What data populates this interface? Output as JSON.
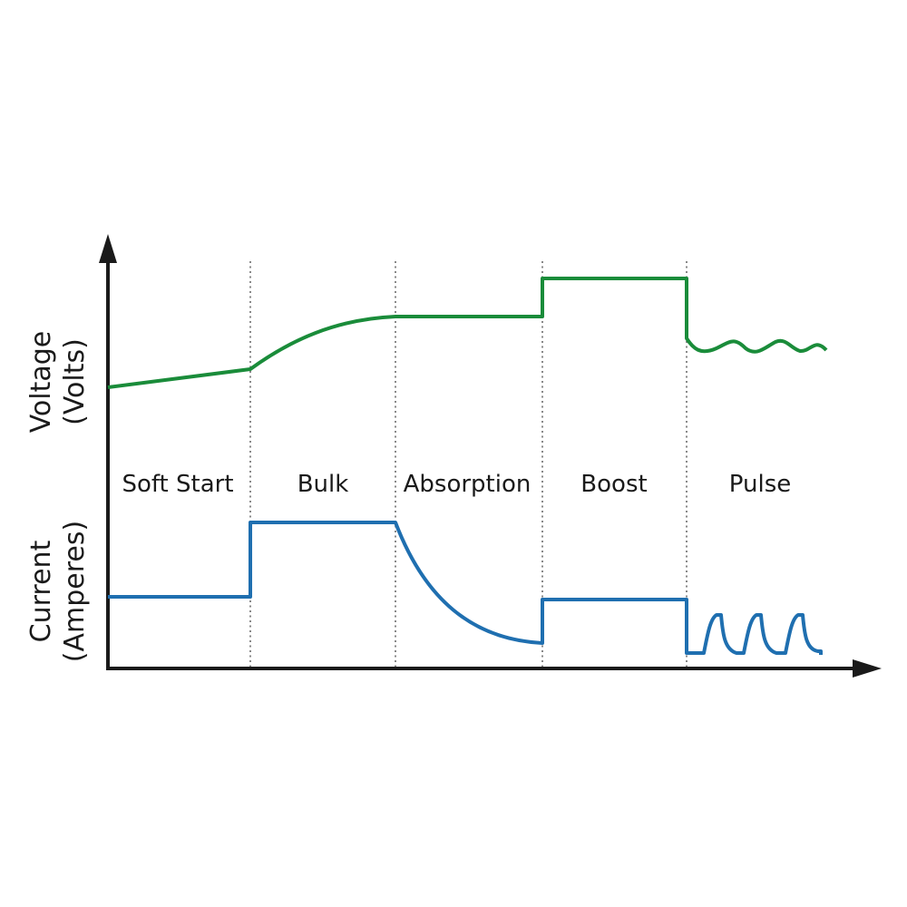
{
  "axes": {
    "voltage_label_line1": "Voltage",
    "voltage_label_line2": "(Volts)",
    "current_label_line1": "Current",
    "current_label_line2": "(Amperes)"
  },
  "phases": [
    {
      "label": "Soft Start"
    },
    {
      "label": "Bulk"
    },
    {
      "label": "Absorption"
    },
    {
      "label": "Boost"
    },
    {
      "label": "Pulse"
    }
  ],
  "colors": {
    "voltage": "#1a8c3a",
    "current": "#1f6fb0",
    "axis": "#1a1a1a"
  }
}
